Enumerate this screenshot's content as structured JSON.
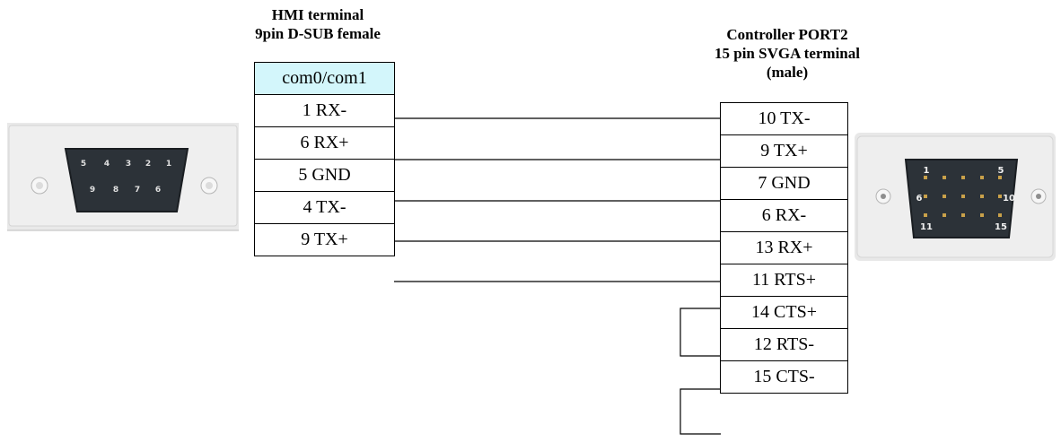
{
  "hmi": {
    "title_line1": "HMI terminal",
    "title_line2": "9pin D-SUB female",
    "port_label": "com0/com1",
    "pins": [
      "1 RX-",
      "6 RX+",
      "5 GND",
      "4 TX-",
      "9 TX+"
    ],
    "connector_pin_numbers_top": [
      "5",
      "4",
      "3",
      "2",
      "1"
    ],
    "connector_pin_numbers_bottom": [
      "9",
      "8",
      "7",
      "6"
    ]
  },
  "controller": {
    "title_line1": "Controller PORT2",
    "title_line2": "15 pin SVGA terminal",
    "title_line3": "(male)",
    "pins": [
      "10 TX-",
      "9 TX+",
      "7 GND",
      "6 RX-",
      "13 RX+",
      "11 RTS+",
      "14 CTS+",
      "12 RTS-",
      "15 CTS-"
    ],
    "connector_pin_labels": [
      "1",
      "5",
      "6",
      "10",
      "11",
      "15"
    ]
  },
  "colors": {
    "port_header_fill": "#d3f6fb",
    "connector_shell": "#e6e6e6",
    "connector_body": "#2c3238",
    "pin_gold": "#c9a14a"
  }
}
